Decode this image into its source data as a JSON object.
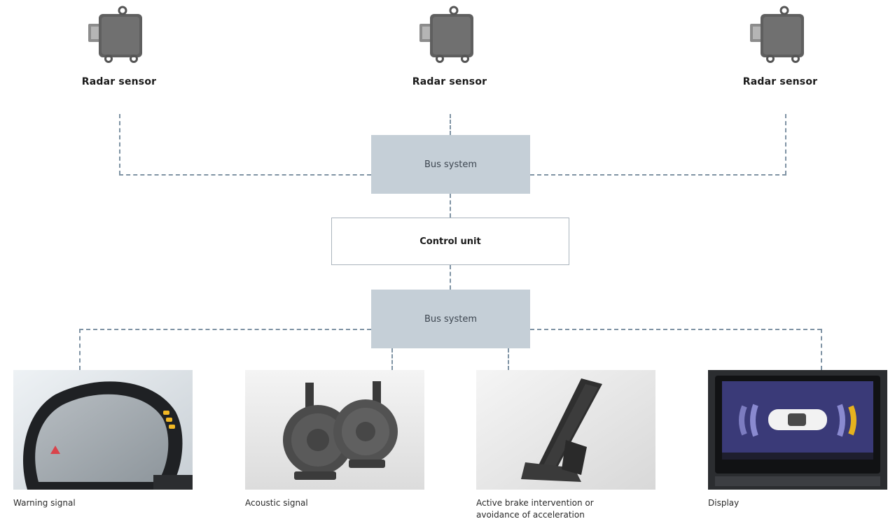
{
  "sensors": [
    {
      "label": "Radar sensor",
      "icon": "radar-sensor-icon"
    },
    {
      "label": "Radar sensor",
      "icon": "radar-sensor-icon"
    },
    {
      "label": "Radar sensor",
      "icon": "radar-sensor-icon"
    }
  ],
  "bus_top": {
    "label": "Bus system"
  },
  "control_unit": {
    "label": "Control unit"
  },
  "bus_bottom": {
    "label": "Bus system"
  },
  "outputs": [
    {
      "caption_lines": [
        "Warning signal"
      ],
      "image": "side-mirror-warning-photo"
    },
    {
      "caption_lines": [
        "Acoustic signal"
      ],
      "image": "horn-photo"
    },
    {
      "caption_lines": [
        "Active brake intervention or",
        "avoidance of acceleration"
      ],
      "image": "accelerator-pedal-photo"
    },
    {
      "caption_lines": [
        "Display"
      ],
      "image": "infotainment-display-photo"
    }
  ],
  "colors": {
    "connector": "#7f93a4",
    "bus_fill": "#c5cfd7",
    "control_border": "#aab4bd"
  }
}
